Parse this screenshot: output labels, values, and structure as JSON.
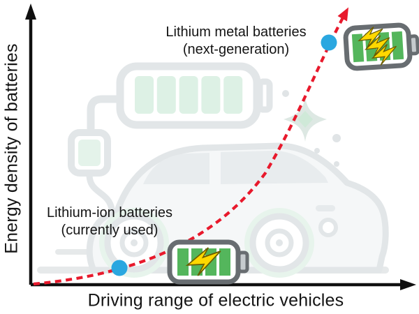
{
  "labels": {
    "y_axis": "Energy density of batteries",
    "x_axis": "Driving range of electric vehicles"
  },
  "annotations": {
    "lithium_metal": {
      "line1": "Lithium metal batteries",
      "line2": "(next-generation)"
    },
    "lithium_ion": {
      "line1": "Lithium-ion batteries",
      "line2": "(currently used)"
    }
  },
  "chart_data": {
    "type": "line",
    "title": "",
    "xlabel": "Driving range of electric vehicles",
    "ylabel": "Energy density of batteries",
    "axis_ticks": "none (conceptual qualitative plot, arrowed axes)",
    "grid": false,
    "legend": "none",
    "curve": {
      "style": "dashed with arrowhead at upper-right end",
      "color": "#e8192c",
      "shape": "monotonically increasing, exponential-like growth from origin",
      "points_rel": [
        [
          0.01,
          0.01
        ],
        [
          0.23,
          0.06
        ],
        [
          0.48,
          0.28
        ],
        [
          0.63,
          0.55
        ],
        [
          0.8,
          0.88
        ],
        [
          0.85,
          1.0
        ]
      ]
    },
    "data_points": [
      {
        "name": "Lithium-ion batteries (currently used)",
        "x_rel": 0.23,
        "y_rel": 0.06,
        "marker": "circle",
        "marker_color": "#2aa7e0"
      },
      {
        "name": "Lithium metal batteries (next-generation)",
        "x_rel": 0.8,
        "y_rel": 0.88,
        "marker": "circle",
        "marker_color": "#2aa7e0"
      }
    ]
  },
  "icons": {
    "battery_lithium_ion": "green battery, 4 cells, 1 yellow lightning bolt",
    "battery_lithium_metal": "green battery, 4 cells, 3 yellow lightning bolts",
    "background_illustration": "faded electric car with charging cable, plug, battery pack, sparkle and dots"
  },
  "colors": {
    "curve_red": "#e8192c",
    "point_blue": "#2aa7e0",
    "battery_green": "#54b65c",
    "bolt_yellow": "#ffd800",
    "battery_border": "#686d71",
    "axis_black": "#101010",
    "faded_gray": "#e2e6e8",
    "faded_green": "#ddf1e5"
  }
}
